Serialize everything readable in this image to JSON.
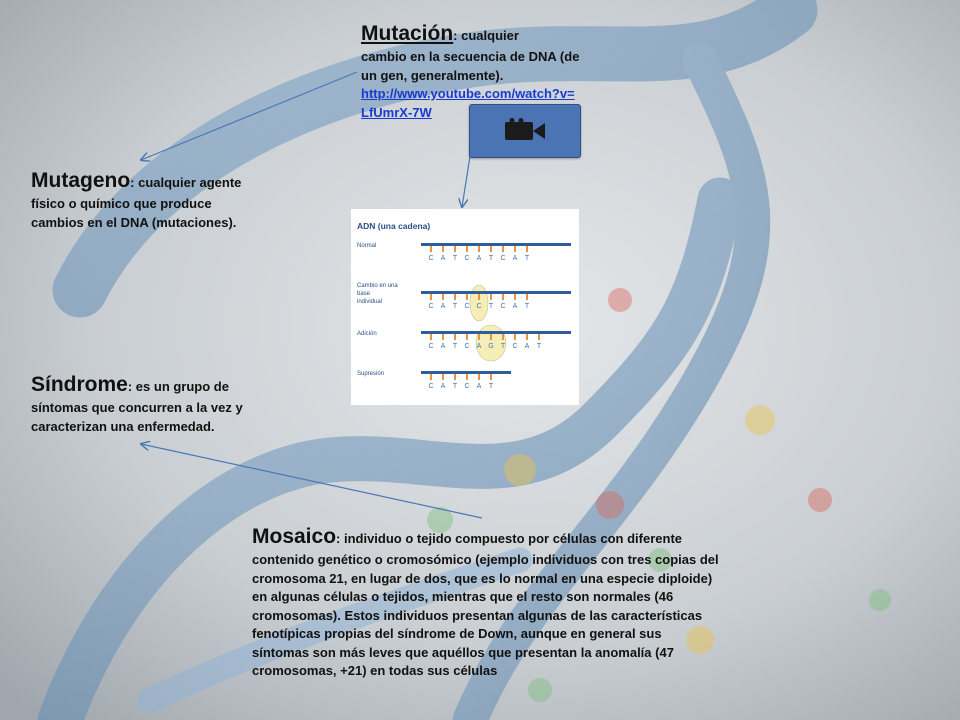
{
  "mutacion": {
    "term": "Mutación",
    "colon": ": cualquier",
    "definition": "cambio en la secuencia de DNA (de un gen, generalmente).",
    "link": "http://www.youtube.com/watch?v=LfUmrX-7W"
  },
  "mutageno": {
    "term": "Mutageno",
    "colon": ": cualquier agente",
    "definition": "físico o químico que produce cambios en el DNA (mutaciones)."
  },
  "sindrome": {
    "term": "Síndrome",
    "colon": ": es un grupo de",
    "definition": "síntomas que concurren a la vez y caracterizan una enfermedad."
  },
  "mosaico": {
    "term": "Mosaico",
    "colon": ": individuo o tejido compuesto por células con diferente",
    "definition": "contenido genético o cromosómico (ejemplo individuos con tres copias del cromosoma 21, en lugar de dos, que es lo normal en una especie diploide) en algunas células o tejidos, mientras que el resto son normales (46 cromosomas). Estos individuos presentan algunas de las características fenotípicas propias del síndrome de Down, aunque en general sus síntomas son más leves que aquéllos que presentan la anomalía (47 cromosomas, +21) en todas sus células"
  },
  "video_button": {
    "icon": "video-camera-icon"
  },
  "diagram": {
    "title": "ADN (una cadena)",
    "rows": [
      {
        "label": "Normal",
        "bases": [
          "C",
          "A",
          "T",
          "C",
          "A",
          "T",
          "C",
          "A",
          "T"
        ]
      },
      {
        "label": "Cambio en una base individual",
        "bases": [
          "C",
          "A",
          "T",
          "C",
          "C",
          "T",
          "C",
          "A",
          "T"
        ]
      },
      {
        "label": "Adición",
        "bases": [
          "C",
          "A",
          "T",
          "C",
          "A",
          "G",
          "T",
          "C",
          "A",
          "T"
        ]
      },
      {
        "label": "Supresión",
        "bases": [
          "C",
          "A",
          "T",
          "C",
          "A",
          "T"
        ]
      }
    ],
    "colors": {
      "strand": "#2f5c9a",
      "base_tick": "#e9943a",
      "base_text": "#3f73b5",
      "highlight": "#f3e69a"
    }
  }
}
